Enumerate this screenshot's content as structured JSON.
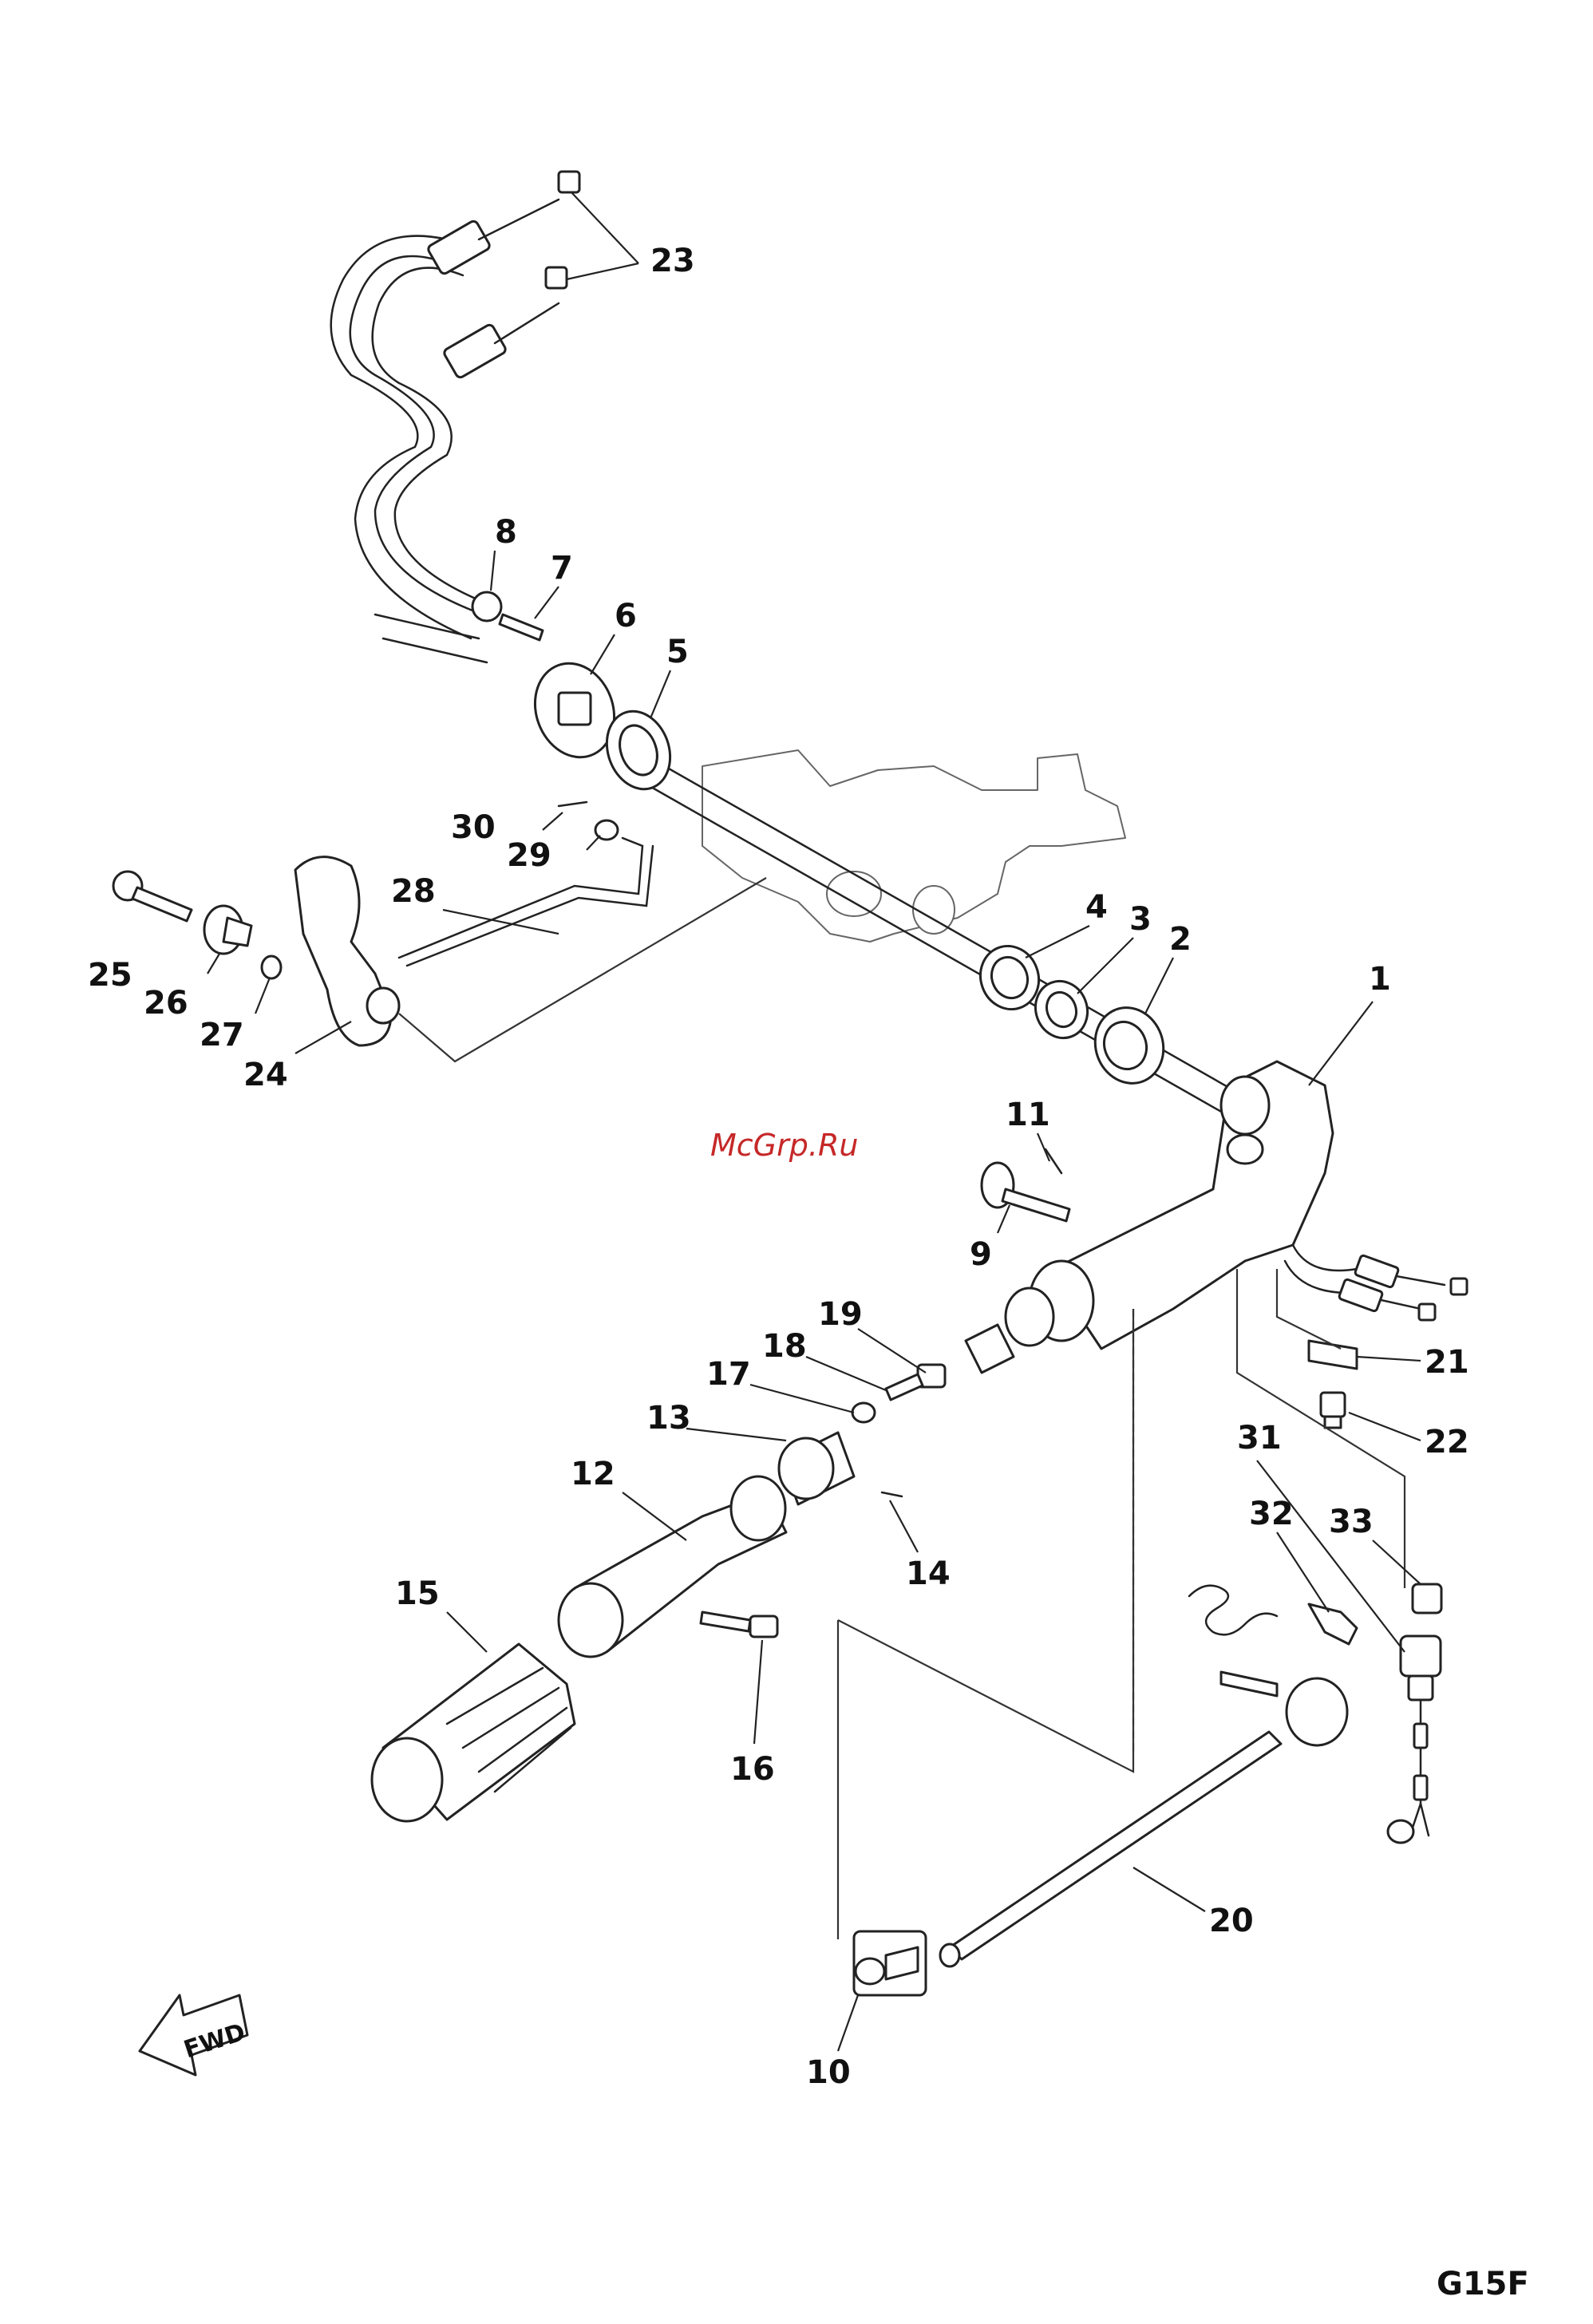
{
  "diagram": {
    "callouts": [
      {
        "id": "23",
        "label": "23"
      },
      {
        "id": "8",
        "label": "8"
      },
      {
        "id": "7",
        "label": "7"
      },
      {
        "id": "6",
        "label": "6"
      },
      {
        "id": "5",
        "label": "5"
      },
      {
        "id": "30",
        "label": "30"
      },
      {
        "id": "29",
        "label": "29"
      },
      {
        "id": "28",
        "label": "28"
      },
      {
        "id": "25",
        "label": "25"
      },
      {
        "id": "26",
        "label": "26"
      },
      {
        "id": "27",
        "label": "27"
      },
      {
        "id": "24",
        "label": "24"
      },
      {
        "id": "4",
        "label": "4"
      },
      {
        "id": "3",
        "label": "3"
      },
      {
        "id": "2",
        "label": "2"
      },
      {
        "id": "1",
        "label": "1"
      },
      {
        "id": "11",
        "label": "11"
      },
      {
        "id": "9",
        "label": "9"
      },
      {
        "id": "19",
        "label": "19"
      },
      {
        "id": "18",
        "label": "18"
      },
      {
        "id": "17",
        "label": "17"
      },
      {
        "id": "13",
        "label": "13"
      },
      {
        "id": "12",
        "label": "12"
      },
      {
        "id": "14",
        "label": "14"
      },
      {
        "id": "15",
        "label": "15"
      },
      {
        "id": "16",
        "label": "16"
      },
      {
        "id": "21",
        "label": "21"
      },
      {
        "id": "22",
        "label": "22"
      },
      {
        "id": "31",
        "label": "31"
      },
      {
        "id": "32",
        "label": "32"
      },
      {
        "id": "33",
        "label": "33"
      },
      {
        "id": "20",
        "label": "20"
      },
      {
        "id": "10",
        "label": "10"
      }
    ],
    "direction_arrow_label": "FWD",
    "watermark": "McGrp.Ru",
    "sheet_code": "G15F",
    "colors": {
      "ink": "#222222",
      "watermark": "#c62828",
      "background": "#ffffff"
    }
  }
}
